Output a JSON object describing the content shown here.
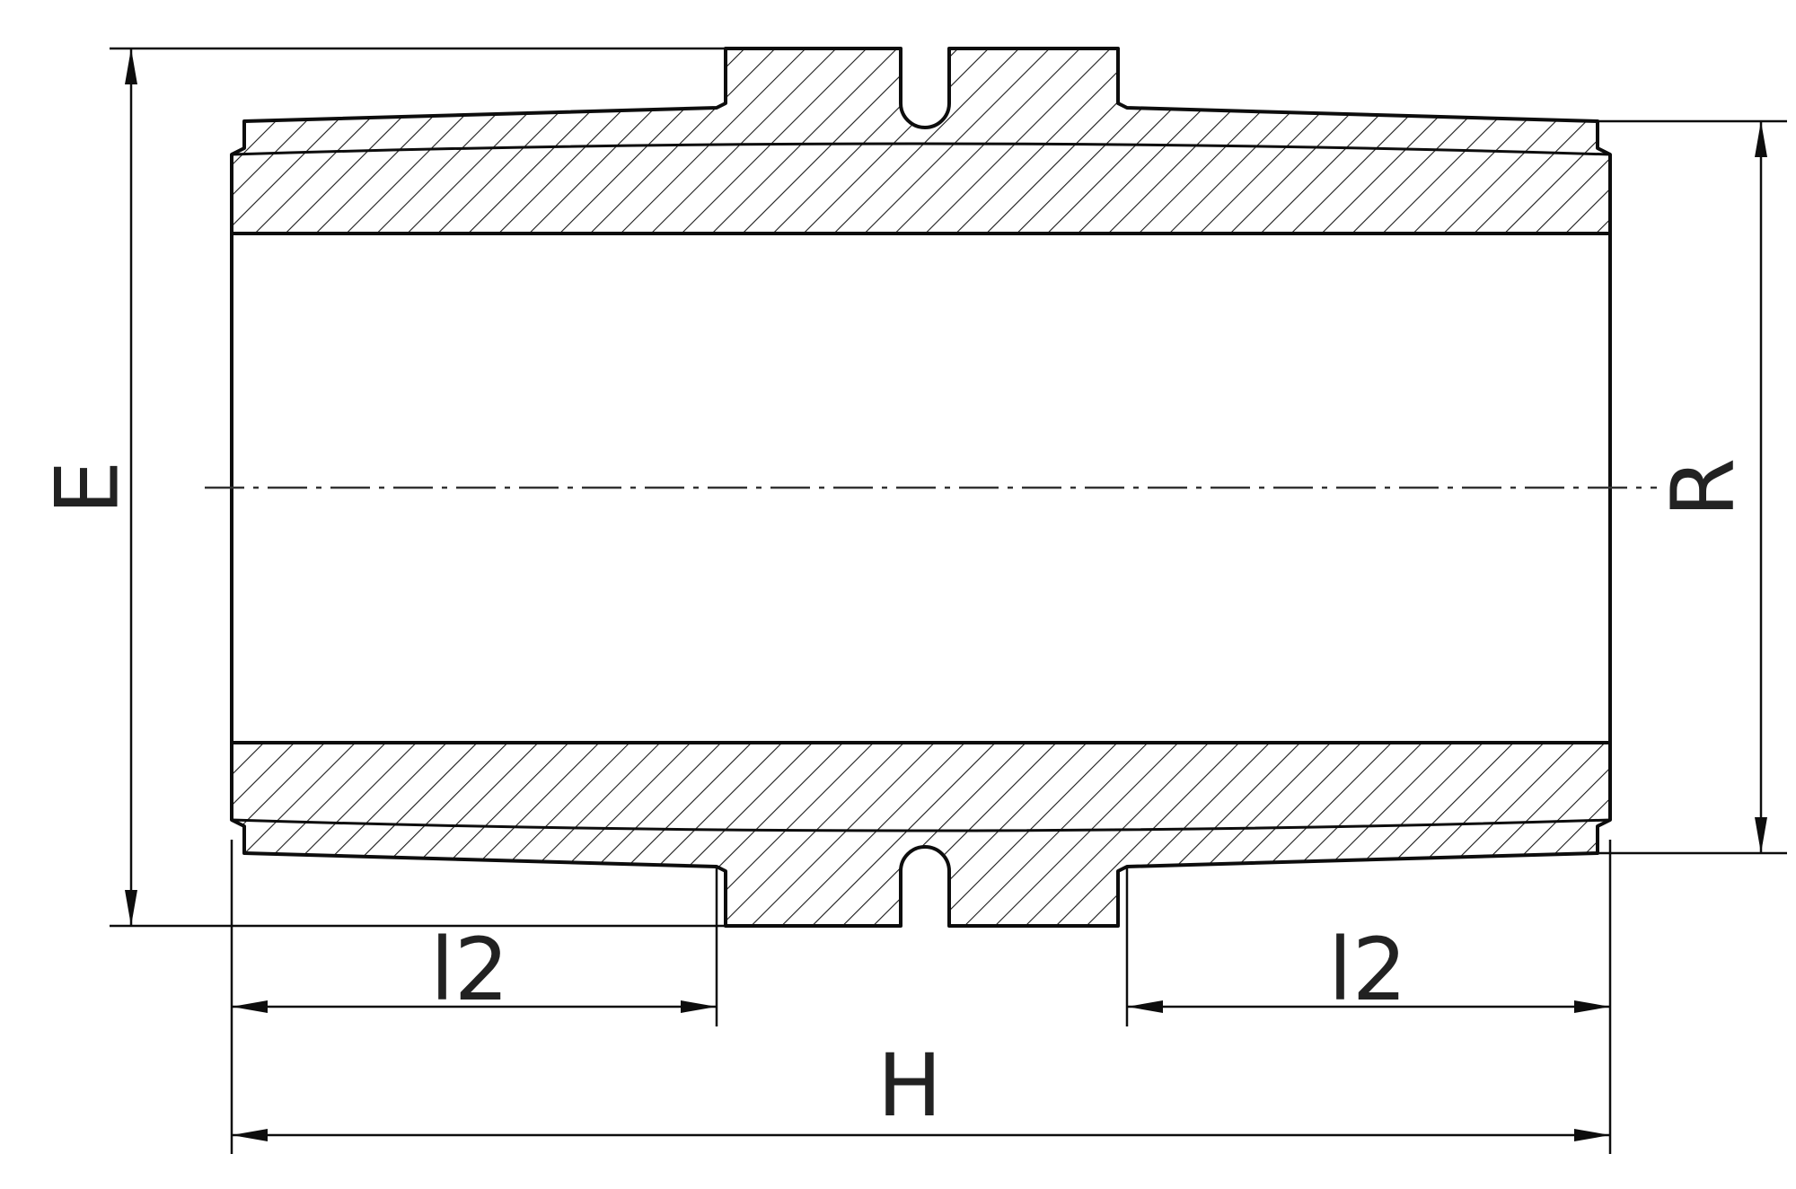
{
  "labels": {
    "E": "E",
    "R": "R",
    "l2_left": "l2",
    "l2_right": "l2",
    "H": "H"
  },
  "colors": {
    "line": "#0d0d0d",
    "hatch": "#1a1a1a",
    "text": "#222222",
    "background": "#ffffff"
  }
}
